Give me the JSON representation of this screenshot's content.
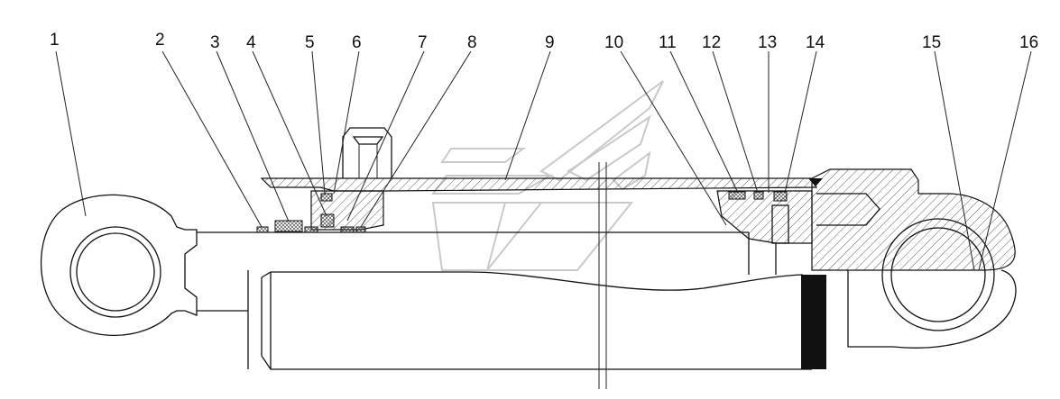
{
  "callouts": [
    {
      "label": "1"
    },
    {
      "label": "2"
    },
    {
      "label": "3"
    },
    {
      "label": "4"
    },
    {
      "label": "5"
    },
    {
      "label": "6"
    },
    {
      "label": "7"
    },
    {
      "label": "8"
    },
    {
      "label": "9"
    },
    {
      "label": "10"
    },
    {
      "label": "11"
    },
    {
      "label": "12"
    },
    {
      "label": "13"
    },
    {
      "label": "14"
    },
    {
      "label": "15"
    },
    {
      "label": "16"
    }
  ],
  "colors": {
    "line": "#111111",
    "watermark": "#c9c9c9",
    "background": "#ffffff"
  }
}
